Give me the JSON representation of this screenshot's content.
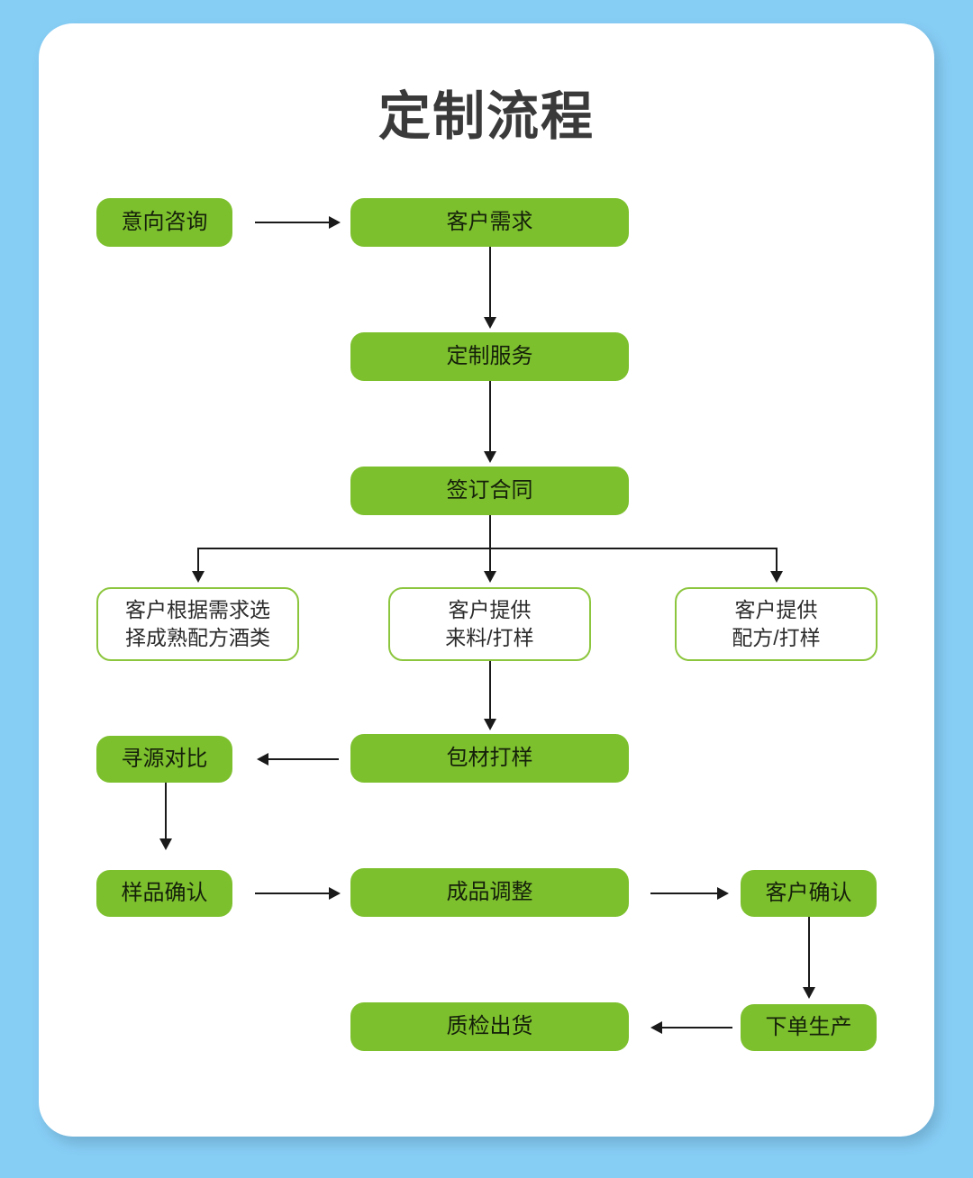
{
  "page": {
    "background_color": "#87cef5",
    "card_color": "#ffffff",
    "title": "定制流程"
  },
  "theme": {
    "node_fill": "#7dc02e",
    "node_outline": "#8cc63e",
    "connector_color": "#1a1a1a",
    "title_color": "#3a3a3a"
  },
  "nodes": [
    {
      "id": "intent-consult",
      "label": "意向咨询",
      "style": "filled"
    },
    {
      "id": "customer-demand",
      "label": "客户需求",
      "style": "filled"
    },
    {
      "id": "custom-service",
      "label": "定制服务",
      "style": "filled"
    },
    {
      "id": "sign-contract",
      "label": "签订合同",
      "style": "filled"
    },
    {
      "id": "choose-recipe",
      "label": "客户根据需求选\n择成熟配方酒类",
      "style": "outlined"
    },
    {
      "id": "provide-material",
      "label": "客户提供\n来料/打样",
      "style": "outlined"
    },
    {
      "id": "provide-formula",
      "label": "客户提供\n配方/打样",
      "style": "outlined"
    },
    {
      "id": "sourcing-compare",
      "label": "寻源对比",
      "style": "filled"
    },
    {
      "id": "packaging-sample",
      "label": "包材打样",
      "style": "filled"
    },
    {
      "id": "sample-confirm",
      "label": "样品确认",
      "style": "filled"
    },
    {
      "id": "product-adjust",
      "label": "成品调整",
      "style": "filled"
    },
    {
      "id": "customer-confirm",
      "label": "客户确认",
      "style": "filled"
    },
    {
      "id": "place-order",
      "label": "下单生产",
      "style": "filled"
    },
    {
      "id": "qc-shipment",
      "label": "质检出货",
      "style": "filled"
    }
  ],
  "edges": [
    {
      "from": "intent-consult",
      "to": "customer-demand",
      "direction": "right"
    },
    {
      "from": "customer-demand",
      "to": "custom-service",
      "direction": "down"
    },
    {
      "from": "custom-service",
      "to": "sign-contract",
      "direction": "down"
    },
    {
      "from": "sign-contract",
      "to": "choose-recipe",
      "direction": "down"
    },
    {
      "from": "sign-contract",
      "to": "provide-material",
      "direction": "down"
    },
    {
      "from": "sign-contract",
      "to": "provide-formula",
      "direction": "down"
    },
    {
      "from": "provide-material",
      "to": "packaging-sample",
      "direction": "down"
    },
    {
      "from": "packaging-sample",
      "to": "sourcing-compare",
      "direction": "left"
    },
    {
      "from": "sourcing-compare",
      "to": "sample-confirm",
      "direction": "down"
    },
    {
      "from": "sample-confirm",
      "to": "product-adjust",
      "direction": "right"
    },
    {
      "from": "product-adjust",
      "to": "customer-confirm",
      "direction": "right"
    },
    {
      "from": "customer-confirm",
      "to": "place-order",
      "direction": "down"
    },
    {
      "from": "place-order",
      "to": "qc-shipment",
      "direction": "left"
    }
  ]
}
